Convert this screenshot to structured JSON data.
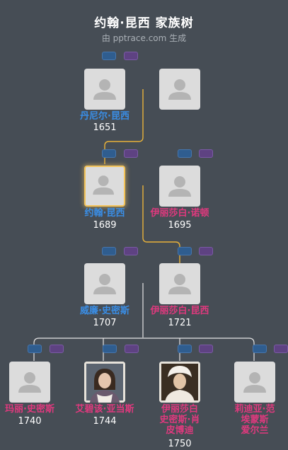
{
  "header": {
    "title": "约翰·昆西 家族树",
    "subtitle": "由 pptrace.com 生成"
  },
  "colors": {
    "background": "#464d55",
    "male_name": "#3a8ee6",
    "female_name": "#e0397e",
    "ancestor_line": "#e8b23a",
    "descendant_line": "#e6e6e6",
    "selected_border": "#f3c35a"
  },
  "people": {
    "daniel": {
      "name": "丹尼尔·昆西",
      "year": "1651",
      "gender": "male"
    },
    "daniel_spouse": {
      "name": "",
      "year": "",
      "gender": "female"
    },
    "john": {
      "name": "约翰·昆西",
      "year": "1689",
      "gender": "male",
      "selected": true
    },
    "elizabeth_norton": {
      "name": "伊丽莎白·诺顿",
      "year": "1695",
      "gender": "female"
    },
    "william_smith": {
      "name": "威廉·史密斯",
      "year": "1707",
      "gender": "male"
    },
    "elizabeth_quincy": {
      "name": "伊丽莎白·昆西",
      "year": "1721",
      "gender": "female"
    },
    "mary_smith": {
      "name": "玛丽·史密斯",
      "year": "1740",
      "gender": "female"
    },
    "abigail_adams": {
      "name": "艾碧该·亚当斯",
      "year": "1744",
      "gender": "female",
      "portrait": "portrait-abigail"
    },
    "elizabeth_smith_shaw": {
      "name_lines": [
        "伊丽莎白",
        "史密斯·肖",
        "皮博迪"
      ],
      "year": "1750",
      "gender": "female",
      "portrait": "portrait-elizabeth"
    },
    "lydia": {
      "name_lines": [
        "莉迪亚·范",
        "埃蒙斯",
        "爱尔兰"
      ],
      "year": "",
      "gender": "female"
    }
  }
}
